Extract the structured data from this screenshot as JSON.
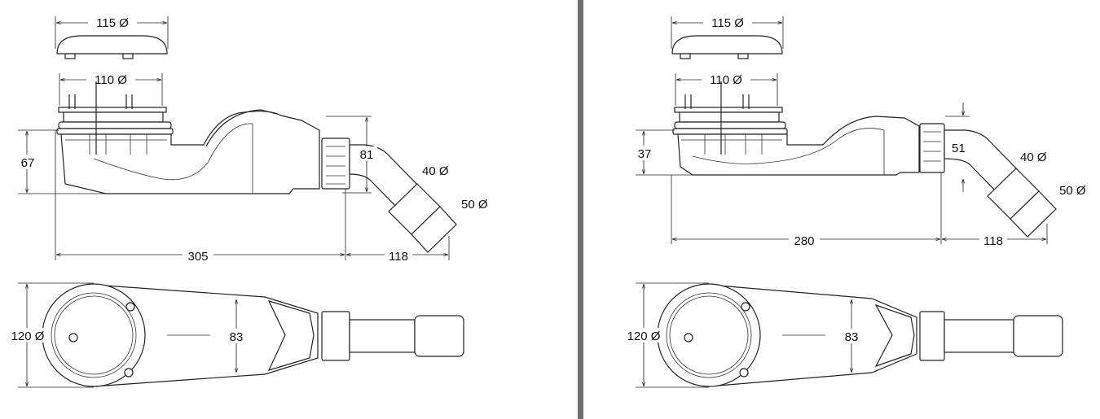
{
  "left_drawing": {
    "cap_diameter": "115 Ø",
    "grate_diameter": "110 Ø",
    "height": "67",
    "outlet_height": "81",
    "outlet_inner_diameter": "40 Ø",
    "outlet_outer_diameter": "50 Ø",
    "body_length": "305",
    "outlet_length": "118",
    "plan_diameter": "120 Ø",
    "plan_width": "83"
  },
  "right_drawing": {
    "cap_diameter": "115 Ø",
    "grate_diameter": "110 Ø",
    "height": "37",
    "outlet_height": "51",
    "outlet_inner_diameter": "40 Ø",
    "outlet_outer_diameter": "50 Ø",
    "body_length": "280",
    "outlet_length": "118",
    "plan_diameter": "120 Ø",
    "plan_width": "83"
  }
}
